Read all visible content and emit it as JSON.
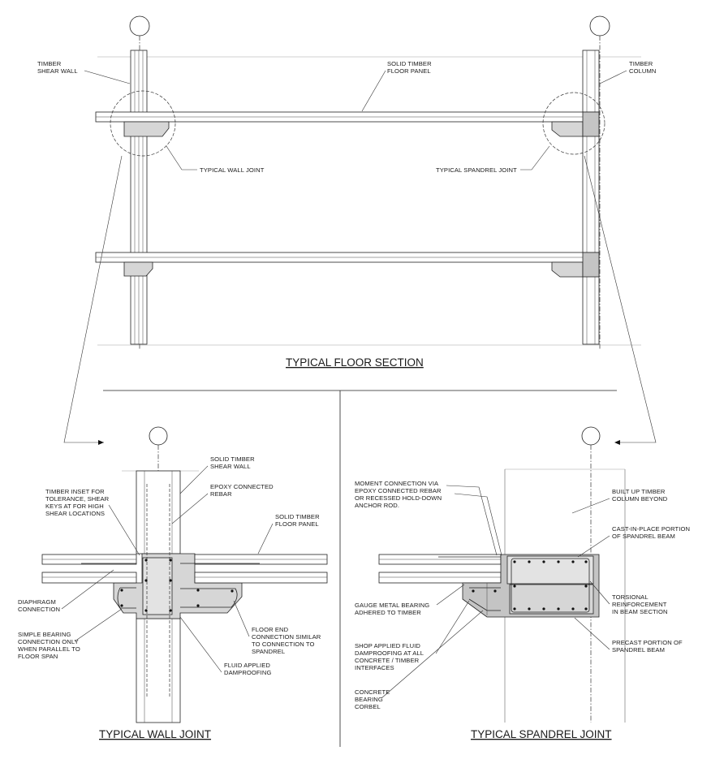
{
  "titles": {
    "floor_section": "TYPICAL FLOOR SECTION",
    "wall_joint": "TYPICAL WALL JOINT",
    "spandrel_joint": "TYPICAL SPANDREL JOINT"
  },
  "floor_section_labels": {
    "timber_shear_wall": [
      "TIMBER",
      "SHEAR WALL"
    ],
    "solid_timber_floor_panel": [
      "SOLID TIMBER",
      "FLOOR PANEL"
    ],
    "timber_column": [
      "TIMBER",
      "COLUMN"
    ],
    "typical_wall_joint": [
      "TYPICAL WALL JOINT"
    ],
    "typical_spandrel_joint": [
      "TYPICAL SPANDREL JOINT"
    ]
  },
  "wall_joint_labels": {
    "solid_timber_shear_wall": [
      "SOLID TIMBER",
      "SHEAR WALL"
    ],
    "epoxy_connected_rebar": [
      "EPOXY CONNECTED",
      "REBAR"
    ],
    "solid_timber_floor_panel": [
      "SOLID TIMBER",
      "FLOOR PANEL"
    ],
    "timber_inset": [
      "TIMBER INSET FOR",
      "TOLERANCE, SHEAR",
      "KEYS AT FOR HIGH",
      "SHEAR LOCATIONS"
    ],
    "diaphragm_connection": [
      "DIAPHRAGM",
      "CONNECTION"
    ],
    "simple_bearing": [
      "SIMPLE BEARING",
      "CONNECTION ONLY",
      "WHEN PARALLEL TO",
      "FLOOR SPAN"
    ],
    "floor_end_connection": [
      "FLOOR END",
      "CONNECTION SIMILAR",
      "TO CONNECTION TO",
      "SPANDREL"
    ],
    "fluid_applied_damproofing": [
      "FLUID APPLIED",
      "DAMPROOFING"
    ]
  },
  "spandrel_joint_labels": {
    "moment_connection": [
      "MOMENT CONNECTION VIA",
      "EPOXY CONNECTED REBAR",
      "OR RECESSED HOLD-DOWN",
      "ANCHOR ROD."
    ],
    "built_up_timber_column": [
      "BUILT UP TIMBER",
      "COLUMN BEYOND"
    ],
    "cast_in_place": [
      "CAST-IN-PLACE PORTION",
      "OF SPANDREL BEAM"
    ],
    "torsional_reinforcement": [
      "TORSIONAL",
      "REINFORCEMENT",
      "IN BEAM SECTION"
    ],
    "gauge_metal_bearing": [
      "GAUGE METAL BEARING",
      "ADHERED TO TIMBER"
    ],
    "shop_applied_fluid": [
      "SHOP APPLIED FLUID",
      "DAMPROOFING AT ALL",
      "CONCRETE / TIMBER",
      "INTERFACES"
    ],
    "precast_portion": [
      "PRECAST PORTION OF",
      "SPANDREL BEAM"
    ],
    "concrete_bearing_corbel": [
      "CONCRETE",
      "BEARING",
      "CORBEL"
    ]
  }
}
